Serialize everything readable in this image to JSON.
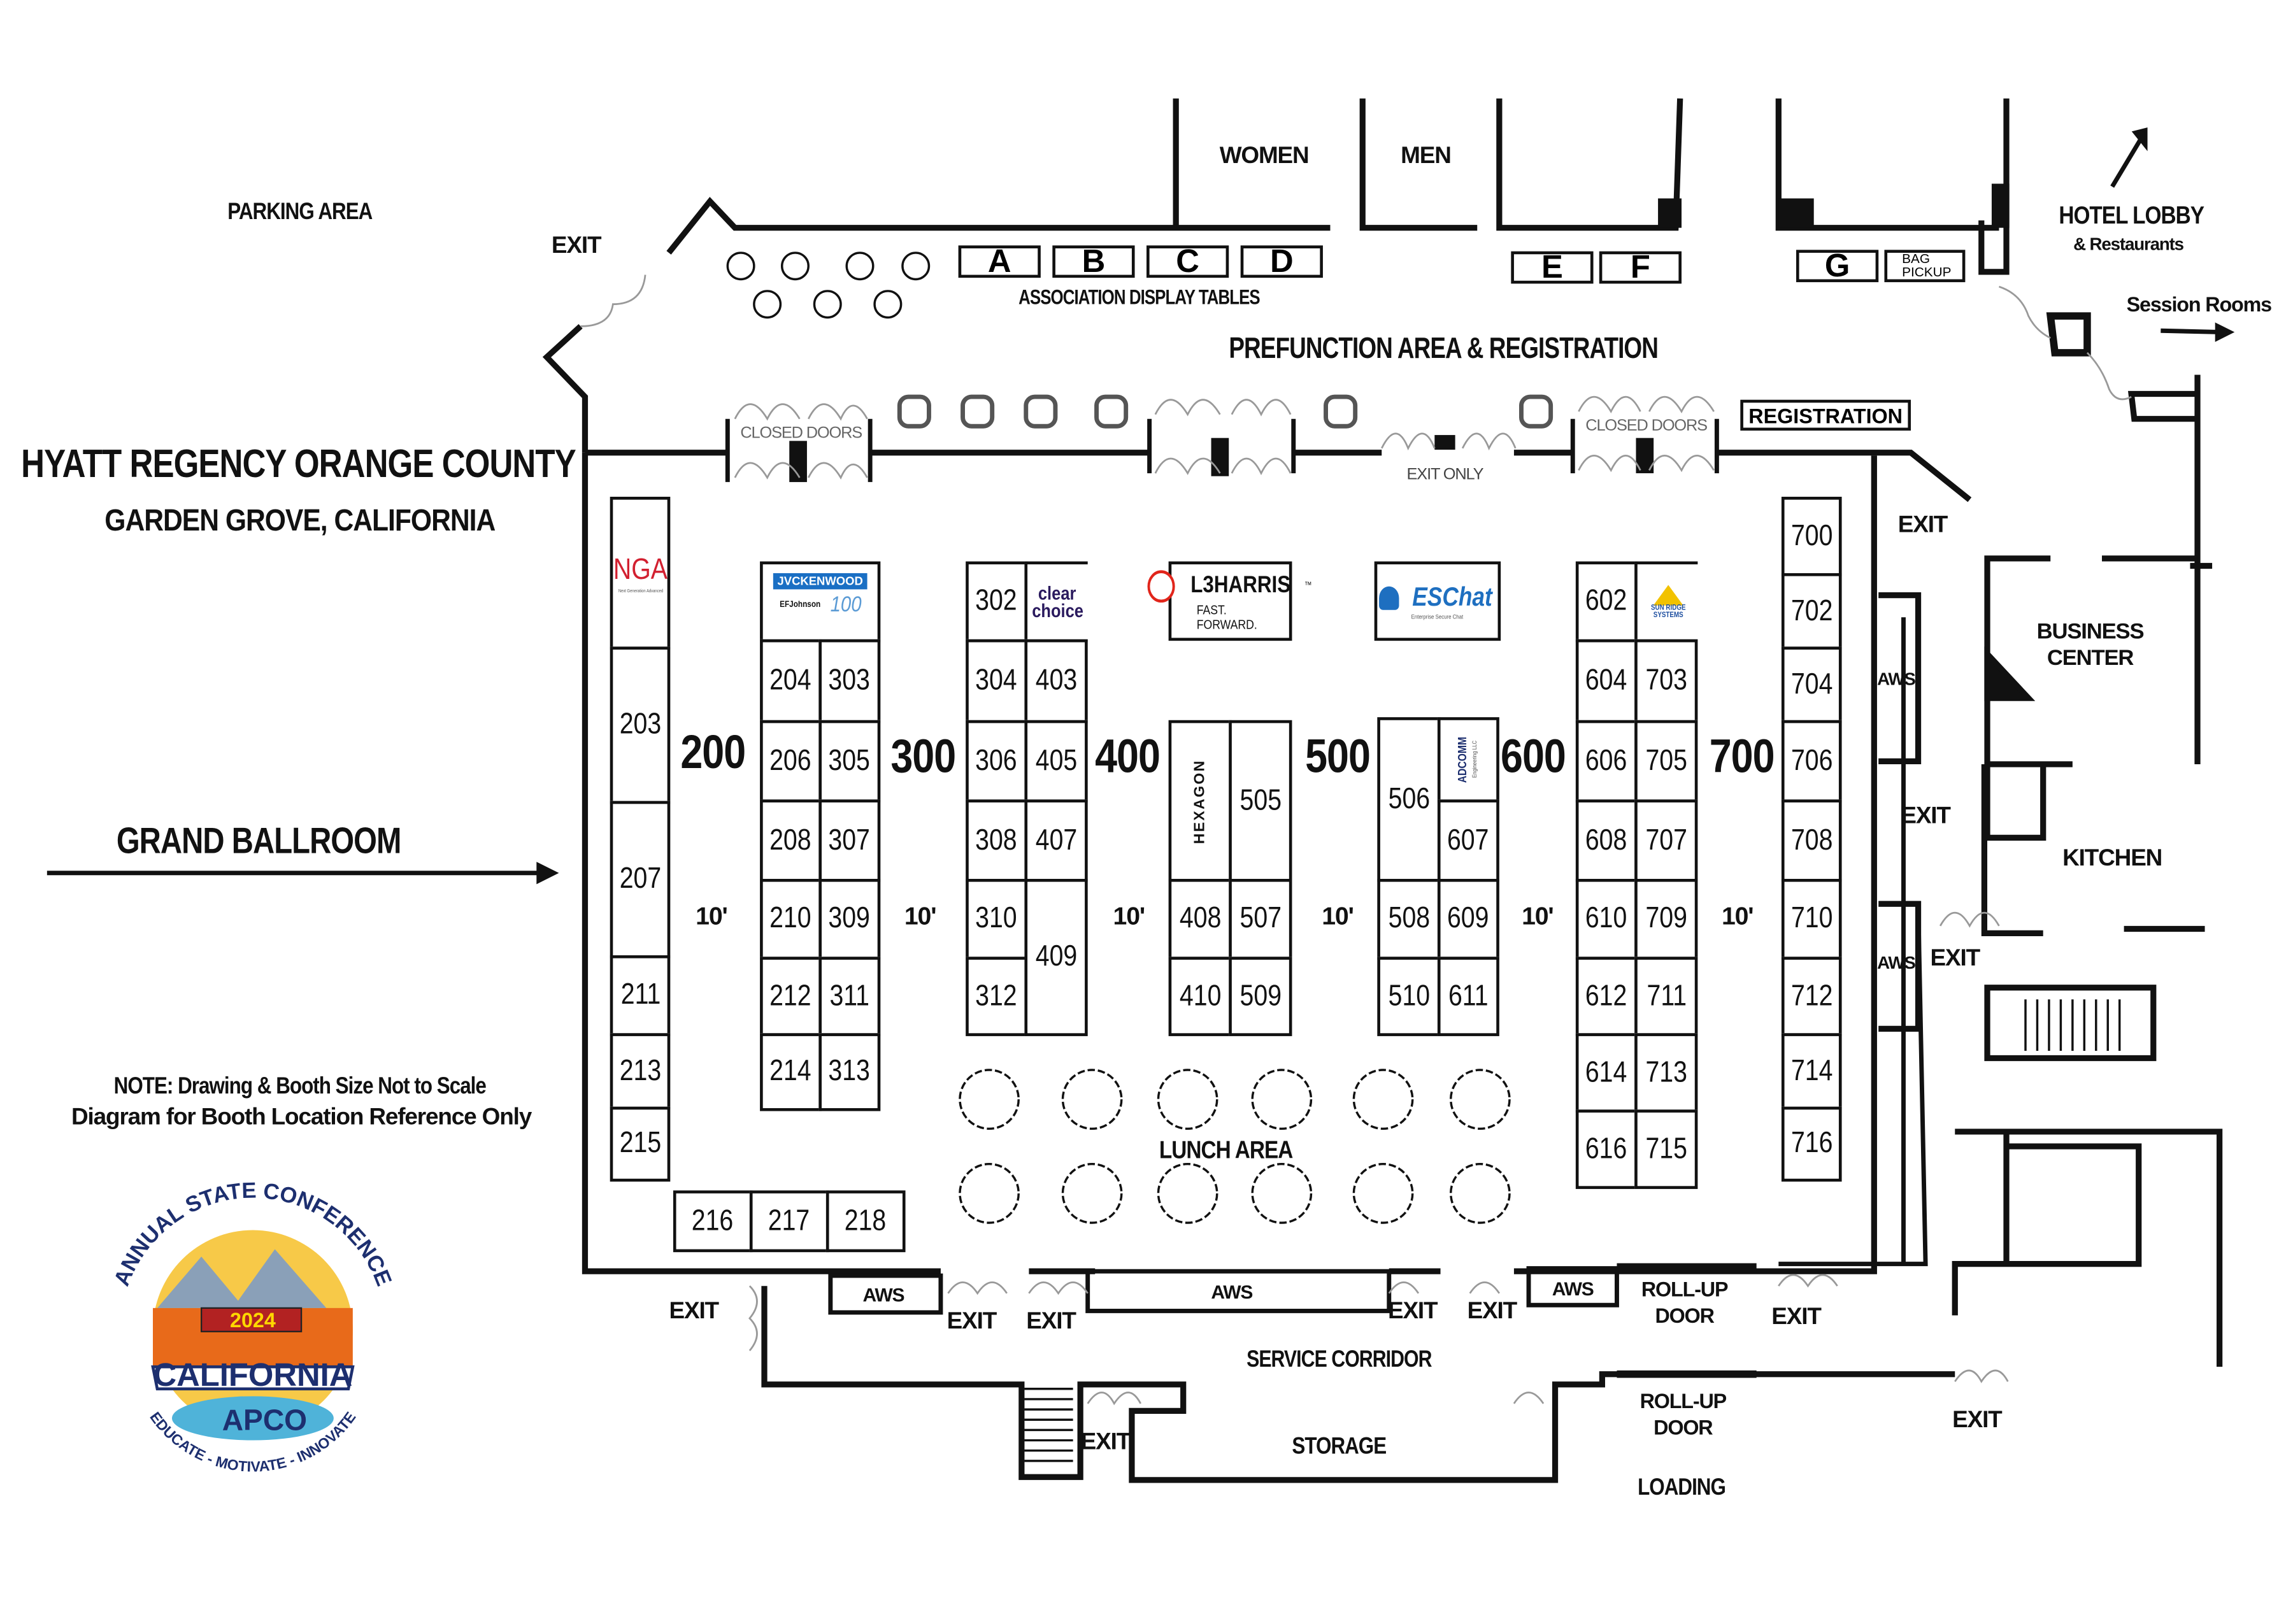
{
  "venue": {
    "title": "HYATT REGENCY ORANGE COUNTY",
    "location": "GARDEN GROVE, CALIFORNIA",
    "note_line1": "NOTE: Drawing & Booth Size Not to Scale",
    "note_line2": "Diagram for Booth Location Reference Only"
  },
  "areas": {
    "parking": "PARKING AREA",
    "women": "WOMEN",
    "men": "MEN",
    "hotel_lobby": "HOTEL LOBBY",
    "restaurants": "& Restaurants",
    "session_rooms": "Session Rooms",
    "association_tables": "ASSOCIATION DISPLAY TABLES",
    "prefunction": "PREFUNCTION AREA & REGISTRATION",
    "closed_doors": "CLOSED DOORS",
    "exit_only": "EXIT ONLY",
    "registration": "REGISTRATION",
    "business_center_1": "BUSINESS",
    "business_center_2": "CENTER",
    "kitchen": "KITCHEN",
    "grand_ballroom": "GRAND BALLROOM",
    "lunch_area": "LUNCH AREA",
    "service_corridor": "SERVICE CORRIDOR",
    "storage": "STORAGE",
    "loading": "LOADING",
    "rollup_1": "ROLL-UP",
    "rollup_2": "DOOR",
    "exit": "EXIT",
    "aws": "AWS",
    "bag_1": "BAG",
    "bag_2": "PICKUP"
  },
  "tables": {
    "A": "A",
    "B": "B",
    "C": "C",
    "D": "D",
    "E": "E",
    "F": "F",
    "G": "G"
  },
  "aisles": {
    "a200": "200",
    "a300": "300",
    "a400": "400",
    "a500": "500",
    "a600": "600",
    "a700": "700",
    "width": "10'"
  },
  "booths": {
    "b203": "203",
    "b207": "207",
    "b211": "211",
    "b213": "213",
    "b215": "215",
    "b216": "216",
    "b217": "217",
    "b218": "218",
    "b204": "204",
    "b206": "206",
    "b208": "208",
    "b210": "210",
    "b212": "212",
    "b214": "214",
    "b303": "303",
    "b305": "305",
    "b307": "307",
    "b309": "309",
    "b311": "311",
    "b313": "313",
    "b302": "302",
    "b304": "304",
    "b306": "306",
    "b308": "308",
    "b310": "310",
    "b312": "312",
    "b403": "403",
    "b405": "405",
    "b407": "407",
    "b409": "409",
    "b408": "408",
    "b410": "410",
    "b505": "505",
    "b507": "507",
    "b509": "509",
    "b506": "506",
    "b508": "508",
    "b510": "510",
    "b607": "607",
    "b609": "609",
    "b611": "611",
    "b602": "602",
    "b604": "604",
    "b606": "606",
    "b608": "608",
    "b610": "610",
    "b612": "612",
    "b614": "614",
    "b616": "616",
    "b703": "703",
    "b705": "705",
    "b707": "707",
    "b709": "709",
    "b711": "711",
    "b713": "713",
    "b715": "715",
    "b700": "700",
    "b702": "702",
    "b704": "704",
    "b706": "706",
    "b708": "708",
    "b710": "710",
    "b712": "712",
    "b714": "714",
    "b716": "716"
  },
  "sponsors": {
    "nga": "NGA",
    "nga_sub": "Next Generation Advanced",
    "jvc": "JVCKENWOOD",
    "efj": "EFJohnson",
    "efj_100": "100",
    "clear1": "clear",
    "clear2": "choice",
    "l3": "L3HARRIS",
    "l3_tm": "™",
    "l3_sub": "FAST. FORWARD.",
    "eschat": "ESChat",
    "eschat_sub": "Enterprise Secure Chat",
    "hexagon": "HEXAGON",
    "adcomm": "ADCOMM",
    "adcomm_sub": "Engineering LLC",
    "sunridge": "SUN RIDGE SYSTEMS"
  },
  "badge": {
    "arc_top": "ANNUAL STATE CONFERENCE",
    "year": "2024",
    "state": "CALIFORNIA",
    "org": "APCO",
    "arc_bottom": "EDUCATE - MOTIVATE - INNOVATE"
  },
  "colors": {
    "wall": "#111111",
    "nga_red": "#d22030",
    "jvc_blue": "#1a6fc4",
    "clear_navy": "#2a1a5e",
    "l3_red": "#e1251b",
    "eschat_blue": "#1e6fc0",
    "badge_navy": "#1d2f6f",
    "badge_gold": "#f2b21c"
  }
}
